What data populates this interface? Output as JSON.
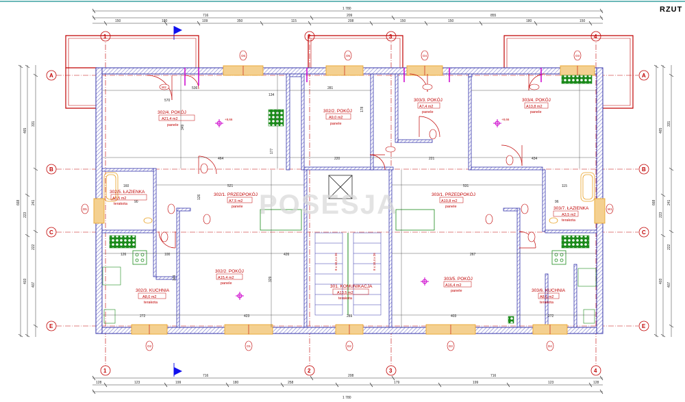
{
  "title": "RZUT",
  "watermark": "POSESJA",
  "axes": {
    "rows": [
      "A",
      "B",
      "C",
      "E"
    ],
    "cols": [
      "1",
      "2",
      "3",
      "4"
    ]
  },
  "colors": {
    "wall": "#3333aa",
    "hatch": "#8080d0",
    "red": "#c00000",
    "dim": "#222222",
    "window": "#e8a020",
    "green": "#1a8a1a",
    "magenta": "#cc00cc"
  },
  "rooms": [
    {
      "id": "r1",
      "name": "302/4. POKÓJ",
      "area": "A21,4 m2",
      "floor": "panele"
    },
    {
      "id": "r2",
      "name": "302/2. POKÓJ",
      "area": "A9,0 m2",
      "floor": "panele"
    },
    {
      "id": "r3",
      "name": "303/3. POKÓJ",
      "area": "A7,4 m2",
      "floor": "panele"
    },
    {
      "id": "r4",
      "name": "303/4. POKÓJ",
      "area": "A13,8 m2",
      "floor": "panele"
    },
    {
      "id": "r5",
      "name": "302/1. PRZEDPOKÓJ",
      "area": "A7,5 m2",
      "floor": "panele"
    },
    {
      "id": "r6",
      "name": "303/1. PRZEDPOKÓJ",
      "area": "A10,8 m2",
      "floor": "panele"
    },
    {
      "id": "r7",
      "name": "302/5. ŁAZIENKA",
      "area": "A3,5 m2",
      "floor": "terakota"
    },
    {
      "id": "r8",
      "name": "303/7. ŁAZIENKA",
      "area": "A3,5 m2",
      "floor": "terakota"
    },
    {
      "id": "r9",
      "name": "302/2. POKÓJ",
      "area": "A15,4 m2",
      "floor": "panele"
    },
    {
      "id": "r10",
      "name": "301. KOMUNIKACJA",
      "area": "A13,5 m2",
      "floor": "terakota"
    },
    {
      "id": "r11",
      "name": "303/5. POKÓJ",
      "area": "A16,4 m2",
      "floor": "panele"
    },
    {
      "id": "r12",
      "name": "302/3. KUCHNIA",
      "area": "A8,0 m2",
      "floor": "terakota"
    },
    {
      "id": "r13",
      "name": "303/6. KUCHNIA",
      "area": "A8,6 m2",
      "floor": "terakota"
    }
  ],
  "dims": {
    "top_total": "1 780",
    "top_r1": [
      "716",
      "209",
      "855"
    ],
    "top_r2": [
      "150",
      "180",
      "109",
      "350",
      "115",
      "208",
      "150",
      "150",
      "180",
      "150"
    ],
    "bot_total": "1 780",
    "bot_r1": [
      "716",
      "208",
      "716"
    ],
    "bot_r2": [
      "128",
      "123",
      "199",
      "180",
      "258",
      "179",
      "199",
      "123",
      "128"
    ],
    "left_outer": "668",
    "left_r1": [
      "465",
      "223",
      "403"
    ],
    "left_r2": [
      "331",
      "241",
      "222",
      "407"
    ],
    "interior": [
      "570",
      "536",
      "281",
      "220",
      "464",
      "521",
      "426",
      "272",
      "423",
      "289",
      "403",
      "272",
      "100",
      "267",
      "126",
      "134",
      "349",
      "177",
      "126",
      "344",
      "329",
      "178",
      "221",
      "434",
      "531",
      "160",
      "115",
      "90",
      "96"
    ]
  },
  "tags": [
    "O6",
    "O5",
    "O4",
    "O3",
    "O2",
    "O1",
    "D2",
    "D3",
    "D4",
    "D5",
    "W1",
    "W2"
  ],
  "levels": [
    "+8,66",
    "+8,66"
  ],
  "stairs_label": "8 x 18,4 x 26"
}
